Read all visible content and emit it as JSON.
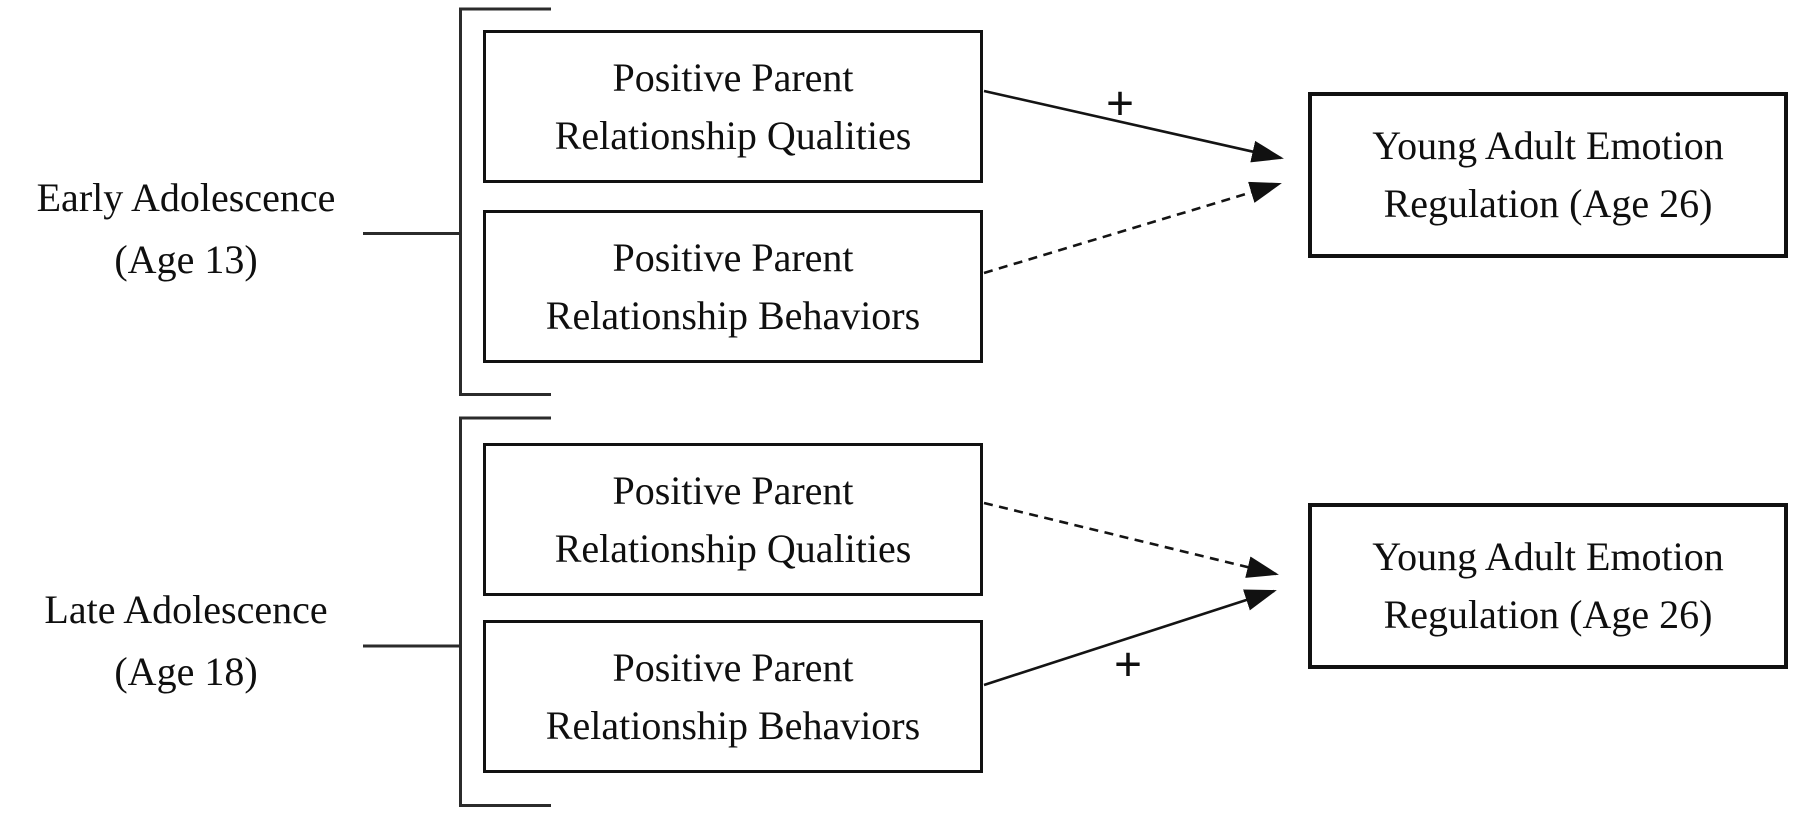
{
  "figure": {
    "type": "path-diagram",
    "background_color": "#ffffff",
    "ink_color": "#111111"
  },
  "sections": [
    {
      "name": "early-adolescence",
      "label": "Early Adolescence\n(Age 13)",
      "predictors": [
        {
          "label": "Positive Parent\nRelationship Qualities",
          "path_style": "solid",
          "sign": "+"
        },
        {
          "label": "Positive Parent\nRelationship Behaviors",
          "path_style": "dashed",
          "sign": ""
        }
      ],
      "outcome": "Young Adult Emotion\nRegulation (Age 26)"
    },
    {
      "name": "late-adolescence",
      "label": "Late Adolescence\n(Age 18)",
      "predictors": [
        {
          "label": "Positive Parent\nRelationship Qualities",
          "path_style": "dashed",
          "sign": ""
        },
        {
          "label": "Positive Parent\nRelationship Behaviors",
          "path_style": "solid",
          "sign": "+"
        }
      ],
      "outcome": "Young Adult Emotion\nRegulation (Age 26)"
    }
  ]
}
